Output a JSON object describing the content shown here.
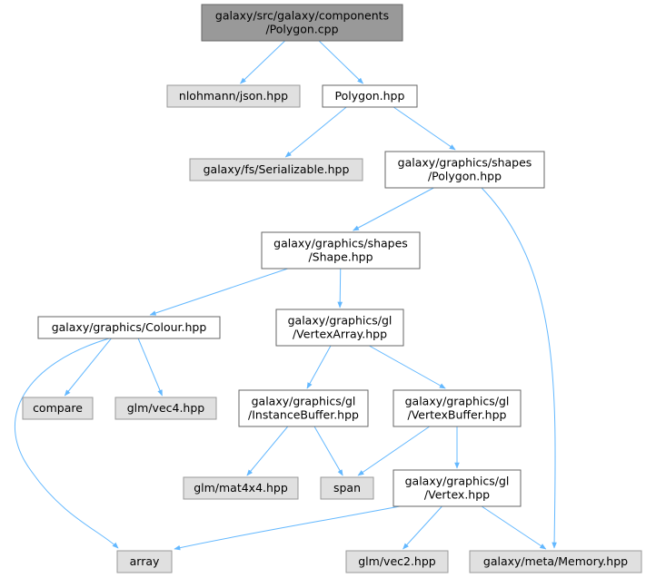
{
  "colors": {
    "root_fill": "#999999",
    "root_stroke": "#666666",
    "local_fill": "#ffffff",
    "local_stroke": "#666666",
    "external_fill": "#e0e0e0",
    "external_stroke": "#999999",
    "edge": "#63b8ff"
  },
  "nodes": {
    "root": {
      "lines": [
        "galaxy/src/galaxy/components",
        "/Polygon.cpp"
      ],
      "kind": "root"
    },
    "json": {
      "lines": [
        "nlohmann/json.hpp"
      ],
      "kind": "external"
    },
    "polygon_hpp": {
      "lines": [
        "Polygon.hpp"
      ],
      "kind": "local"
    },
    "serializable": {
      "lines": [
        "galaxy/fs/Serializable.hpp"
      ],
      "kind": "external"
    },
    "shapes_polygon": {
      "lines": [
        "galaxy/graphics/shapes",
        "/Polygon.hpp"
      ],
      "kind": "local"
    },
    "shapes_shape": {
      "lines": [
        "galaxy/graphics/shapes",
        "/Shape.hpp"
      ],
      "kind": "local"
    },
    "colour": {
      "lines": [
        "galaxy/graphics/Colour.hpp"
      ],
      "kind": "local"
    },
    "vertexarray": {
      "lines": [
        "galaxy/graphics/gl",
        "/VertexArray.hpp"
      ],
      "kind": "local"
    },
    "compare": {
      "lines": [
        "compare"
      ],
      "kind": "external"
    },
    "vec4": {
      "lines": [
        "glm/vec4.hpp"
      ],
      "kind": "external"
    },
    "instancebuffer": {
      "lines": [
        "galaxy/graphics/gl",
        "/InstanceBuffer.hpp"
      ],
      "kind": "local"
    },
    "vertexbuffer": {
      "lines": [
        "galaxy/graphics/gl",
        "/VertexBuffer.hpp"
      ],
      "kind": "local"
    },
    "mat4x4": {
      "lines": [
        "glm/mat4x4.hpp"
      ],
      "kind": "external"
    },
    "span": {
      "lines": [
        "span"
      ],
      "kind": "external"
    },
    "vertex": {
      "lines": [
        "galaxy/graphics/gl",
        "/Vertex.hpp"
      ],
      "kind": "local"
    },
    "array": {
      "lines": [
        "array"
      ],
      "kind": "external"
    },
    "vec2": {
      "lines": [
        "glm/vec2.hpp"
      ],
      "kind": "external"
    },
    "memory": {
      "lines": [
        "galaxy/meta/Memory.hpp"
      ],
      "kind": "external"
    }
  },
  "edges": [
    {
      "from": "root",
      "to": "json"
    },
    {
      "from": "root",
      "to": "polygon_hpp"
    },
    {
      "from": "polygon_hpp",
      "to": "serializable"
    },
    {
      "from": "polygon_hpp",
      "to": "shapes_polygon"
    },
    {
      "from": "shapes_polygon",
      "to": "shapes_shape"
    },
    {
      "from": "shapes_polygon",
      "to": "memory"
    },
    {
      "from": "shapes_shape",
      "to": "colour"
    },
    {
      "from": "shapes_shape",
      "to": "vertexarray"
    },
    {
      "from": "colour",
      "to": "compare"
    },
    {
      "from": "colour",
      "to": "vec4"
    },
    {
      "from": "colour",
      "to": "array"
    },
    {
      "from": "vertexarray",
      "to": "instancebuffer"
    },
    {
      "from": "vertexarray",
      "to": "vertexbuffer"
    },
    {
      "from": "instancebuffer",
      "to": "mat4x4"
    },
    {
      "from": "instancebuffer",
      "to": "span"
    },
    {
      "from": "vertexbuffer",
      "to": "span"
    },
    {
      "from": "vertexbuffer",
      "to": "vertex"
    },
    {
      "from": "vertex",
      "to": "array"
    },
    {
      "from": "vertex",
      "to": "vec2"
    },
    {
      "from": "vertex",
      "to": "memory"
    }
  ]
}
